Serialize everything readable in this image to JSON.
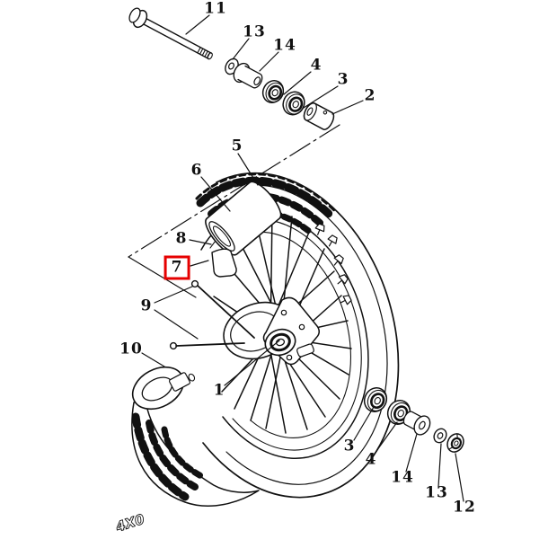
{
  "diagram": {
    "kind": "exploded-parts-diagram",
    "subject": "motorcycle front wheel assembly",
    "background_color": "#ffffff",
    "line_color": "#111111",
    "highlight_box_color": "#e60000",
    "highlighted_callout": "7",
    "stamp_text": "4X0"
  },
  "callouts": [
    {
      "text": "11"
    },
    {
      "text": "13"
    },
    {
      "text": "14"
    },
    {
      "text": "4"
    },
    {
      "text": "3"
    },
    {
      "text": "2"
    },
    {
      "text": "5"
    },
    {
      "text": "6"
    },
    {
      "text": "8"
    },
    {
      "text": "7"
    },
    {
      "text": "9"
    },
    {
      "text": "1"
    },
    {
      "text": "10"
    },
    {
      "text": "3"
    },
    {
      "text": "4"
    },
    {
      "text": "14"
    },
    {
      "text": "13"
    },
    {
      "text": "12"
    }
  ]
}
